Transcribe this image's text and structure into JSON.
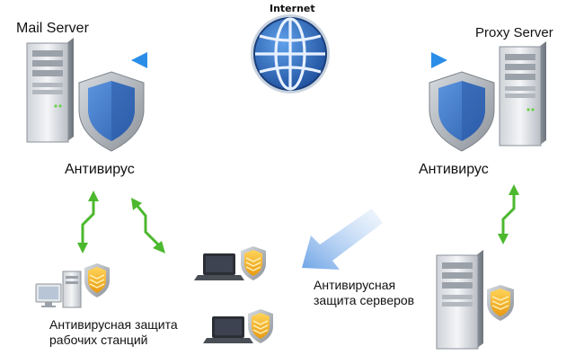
{
  "nodes": {
    "internet": {
      "label": "Internet",
      "icon": "globe-icon"
    },
    "mail_server": {
      "label": "Mail Server",
      "icon": "server-tower-icon"
    },
    "proxy_server": {
      "label": "Proxy Server",
      "icon": "server-tower-icon"
    },
    "mail_antivirus": {
      "label": "Антивирус",
      "icon": "shield-icon"
    },
    "proxy_antivirus": {
      "label": "Антивирус",
      "icon": "shield-icon"
    },
    "server_protection": {
      "label_line1": "Антивирусная",
      "label_line2": "защита серверов",
      "icons": [
        "server-tower-icon",
        "small-shield-icon"
      ]
    },
    "workstation_protection": {
      "label_line1": "Антивирусная защита",
      "label_line2": "рабочих станций",
      "icons": [
        "desktop-pc-icon",
        "laptop-icon",
        "small-shield-icon"
      ]
    }
  },
  "colors": {
    "blue_arrow": "#2a8ee8",
    "green_arrow": "#4cb82e",
    "shield_blue": "#3f78c8",
    "shield_gold": "#f2b41e",
    "globe_blue": "#2d5ca8"
  }
}
